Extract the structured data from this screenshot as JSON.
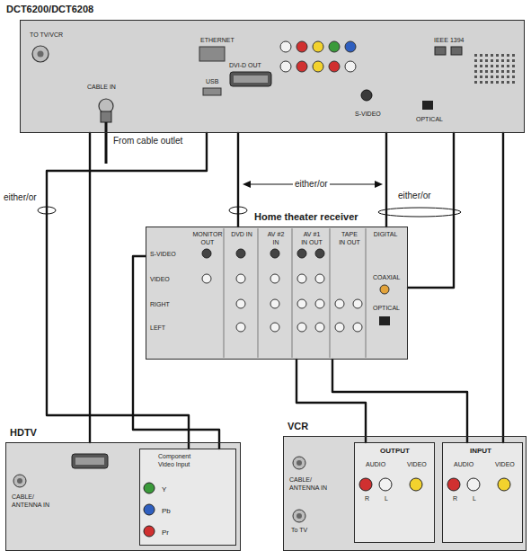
{
  "diagram": {
    "nodes": [
      {
        "text": [
          "DCT6200/DCT6208",
          "TO TV/VCR",
          "CABLE IN",
          "ETHERNET",
          "USB",
          "DVI-D OUT",
          "S-VIDEO",
          "IEEE 1394",
          "OPTICAL"
        ]
      },
      {
        "text": [
          "Home theater receiver",
          "MONITOR OUT",
          "DVD IN",
          "AV #2 IN",
          "AV #1 IN OUT",
          "TAPE IN OUT",
          "DIGITAL",
          "S-VIDEO",
          "VIDEO",
          "RIGHT",
          "LEFT",
          "COAXIAL",
          "OPTICAL"
        ]
      },
      {
        "text": [
          "HDTV",
          "CABLE/ ANTENNA IN"
        ]
      },
      {
        "text": [
          "Component Video Input",
          "Y",
          "Pb",
          "Pr"
        ],
        "in": 2
      },
      {
        "text": [
          "VCR",
          "CABLE/ ANTENNA IN",
          "To TV"
        ]
      },
      {
        "text": [
          "OUTPUT",
          "AUDIO",
          "VIDEO",
          "R",
          "L"
        ],
        "in": 4
      },
      {
        "text": [
          "INPUT",
          "AUDIO",
          "VIDEO",
          "R",
          "L"
        ],
        "in": 4
      }
    ],
    "edges": [
      {
        "from": 0,
        "to": 2,
        "arrow": "none"
      },
      {
        "from": 0,
        "to": 3,
        "arrow": "none"
      },
      {
        "from": 1,
        "to": 3,
        "arrow": "none"
      },
      {
        "from": 0,
        "to": 1,
        "arrow": "none"
      },
      {
        "from": 0,
        "to": 1,
        "arrow": "none"
      },
      {
        "from": 0,
        "to": 1,
        "arrow": "none"
      },
      {
        "from": 0,
        "to": 6,
        "arrow": "none"
      },
      {
        "from": 1,
        "to": 5,
        "arrow": "none"
      },
      {
        "from": 1,
        "to": 6,
        "arrow": "none"
      }
    ],
    "labels": [
      "From cable outlet",
      "either/or",
      "either/or",
      "either/or"
    ]
  }
}
